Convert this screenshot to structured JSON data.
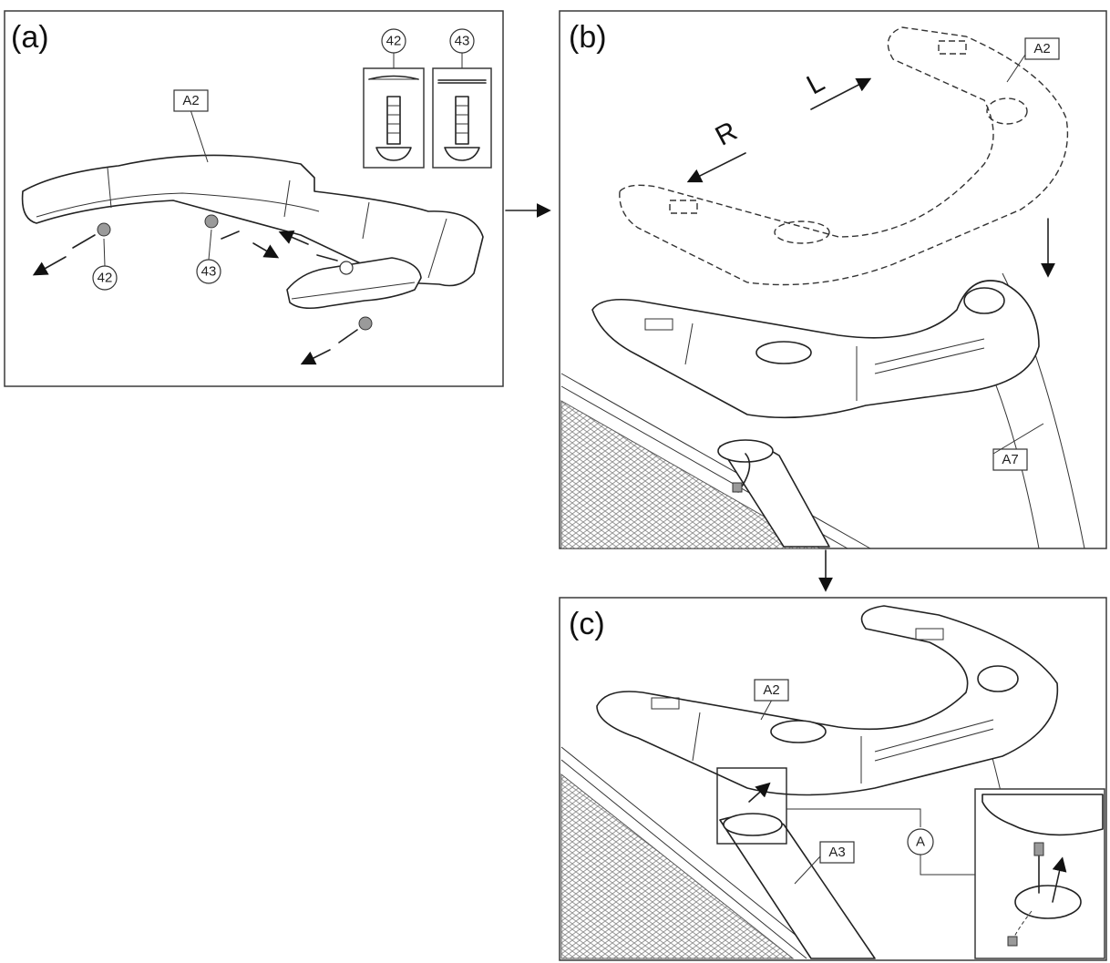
{
  "panels": {
    "a": {
      "label": "(a)"
    },
    "b": {
      "label": "(b)"
    },
    "c": {
      "label": "(c)"
    }
  },
  "callouts": {
    "a2": "A2",
    "a3": "A3",
    "a7": "A7",
    "p42": "42",
    "p43": "43",
    "detail_a": "A"
  },
  "directions": {
    "left": "L",
    "right": "R"
  }
}
